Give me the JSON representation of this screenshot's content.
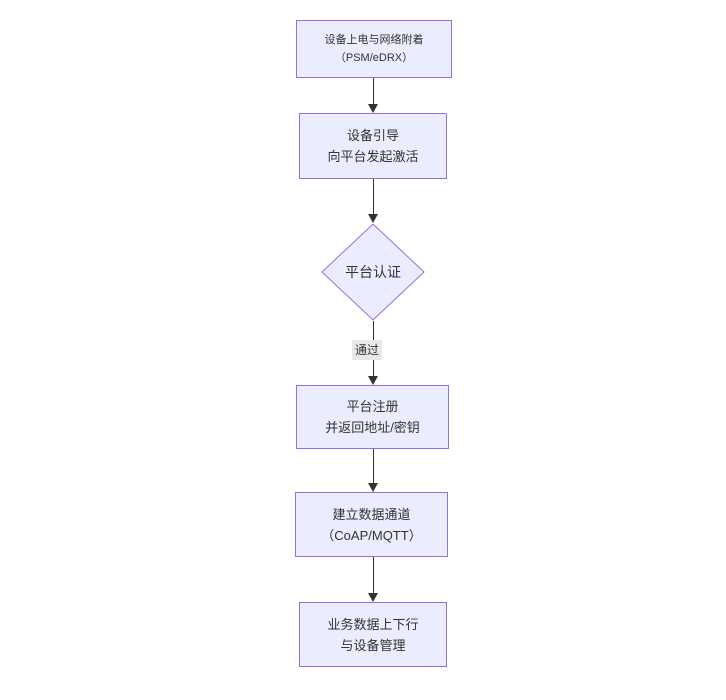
{
  "diagram": {
    "type": "flowchart",
    "direction": "top-down",
    "background": "#ffffff",
    "colors": {
      "node_fill": "#ECECFF",
      "node_border": "#9370DB",
      "node_text": "#333333",
      "arrow": "#333333",
      "edge_label_bg": "#e8e8e8",
      "edge_label_text": "#333333"
    },
    "nodes": [
      {
        "id": "power-attach",
        "shape": "rect",
        "lines": [
          "设备上电与网络附着",
          "（PSM/eDRX）"
        ]
      },
      {
        "id": "bootstrap",
        "shape": "rect",
        "lines": [
          "设备引导",
          "向平台发起激活"
        ]
      },
      {
        "id": "auth",
        "shape": "diamond",
        "lines": [
          "平台认证"
        ]
      },
      {
        "id": "register",
        "shape": "rect",
        "lines": [
          "平台注册",
          "并返回地址/密钥"
        ]
      },
      {
        "id": "channel",
        "shape": "rect",
        "lines": [
          "建立数据通道",
          "（CoAP/MQTT）"
        ]
      },
      {
        "id": "business",
        "shape": "rect",
        "lines": [
          "业务数据上下行",
          "与设备管理"
        ]
      }
    ],
    "edges": [
      {
        "from": "power-attach",
        "to": "bootstrap",
        "label": ""
      },
      {
        "from": "bootstrap",
        "to": "auth",
        "label": ""
      },
      {
        "from": "auth",
        "to": "register",
        "label": "通过"
      },
      {
        "from": "register",
        "to": "channel",
        "label": ""
      },
      {
        "from": "channel",
        "to": "business",
        "label": ""
      }
    ]
  }
}
